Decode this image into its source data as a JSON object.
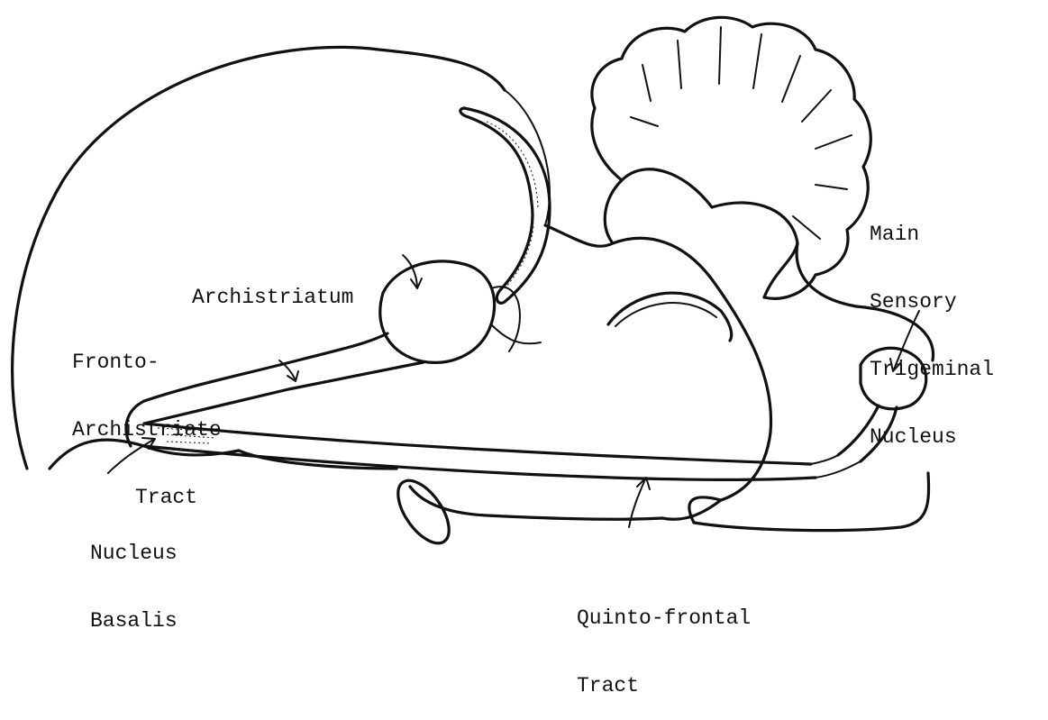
{
  "labels": {
    "archistriatum": [
      "Archistriatum"
    ],
    "main_sensory_trigeminal_nucleus": [
      "Main",
      "Sensory",
      "Trigeminal",
      "Nucleus"
    ],
    "fronto_archistriate_tract": [
      "Fronto-",
      "Archistriate",
      "Tract"
    ],
    "nucleus_basalis": [
      "Nucleus",
      "Basalis"
    ],
    "quinto_frontal_tract": [
      "Quinto-frontal",
      "Tract"
    ]
  },
  "colors": {
    "ink": "#111111",
    "background": "#ffffff"
  }
}
